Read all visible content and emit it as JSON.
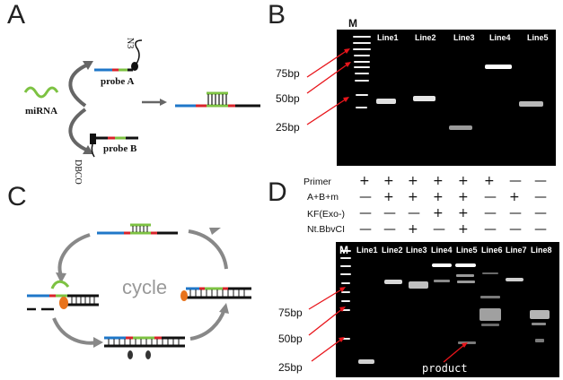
{
  "panels": {
    "a": {
      "letter": "A",
      "labels": {
        "mirna": "miRNA",
        "probe_a": "probe A",
        "probe_b": "probe B",
        "n3": "N3",
        "dbco": "DBCO"
      }
    },
    "b": {
      "letter": "B",
      "marker": "M",
      "lanes": [
        "Line1",
        "Line2",
        "Line3",
        "Line4",
        "Line5"
      ],
      "bp_labels": [
        "75bp",
        "50bp",
        "25bp"
      ]
    },
    "c": {
      "letter": "C",
      "cycle_label": "cycle"
    },
    "d": {
      "letter": "D",
      "marker": "M",
      "row_labels": [
        "Primer",
        "A+B+m",
        "KF(Exo-)",
        "Nt.BbvCI"
      ],
      "matrix": [
        [
          "+",
          "+",
          "+",
          "+",
          "+",
          "+",
          "—",
          "—"
        ],
        [
          "—",
          "+",
          "+",
          "+",
          "+",
          "—",
          "+",
          "—"
        ],
        [
          "—",
          "—",
          "—",
          "+",
          "+",
          "—",
          "—",
          "—"
        ],
        [
          "—",
          "—",
          "+",
          "—",
          "+",
          "—",
          "—",
          "—"
        ]
      ],
      "lanes": [
        "Line1",
        "Line2",
        "Line3",
        "Line4",
        "Line5",
        "Line6",
        "Line7",
        "Line8"
      ],
      "bp_labels": [
        "75bp",
        "50bp",
        "25bp"
      ],
      "product_label": "product"
    }
  },
  "colors": {
    "blue": "#1f77c8",
    "red": "#d8232a",
    "green": "#7dc242",
    "black": "#111111",
    "orange": "#e8731c",
    "arrow": "#e8151b"
  }
}
